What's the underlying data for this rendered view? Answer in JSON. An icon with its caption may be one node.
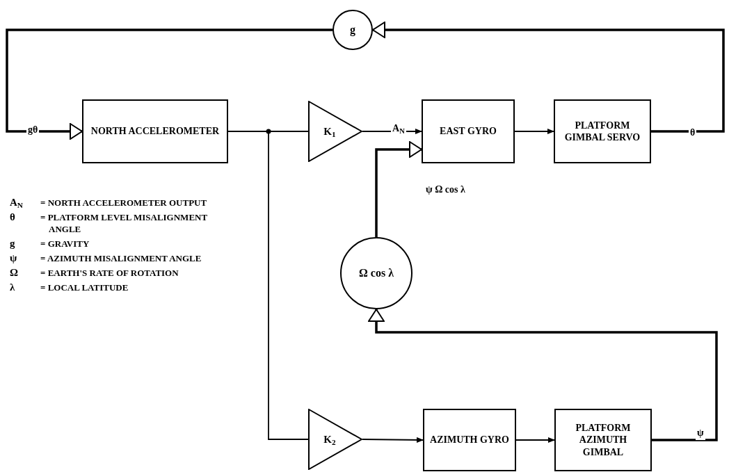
{
  "diagram": {
    "nodes": [
      {
        "text": [
          "g"
        ]
      },
      {
        "text": [
          "NORTH ACCELEROMETER"
        ]
      },
      {
        "text": [
          "K$_{1}$"
        ]
      },
      {
        "text": [
          "EAST GYRO"
        ]
      },
      {
        "text": [
          "PLATFORM GIMBAL SERVO"
        ]
      },
      {
        "text": [
          "Ω cos λ"
        ]
      },
      {
        "text": [
          "K$_{2}$"
        ]
      },
      {
        "text": [
          "AZIMUTH GYRO"
        ]
      },
      {
        "text": [
          "PLATFORM AZIMUTH GIMBAL"
        ]
      }
    ],
    "edges": [
      {
        "from": 4,
        "to": 0,
        "arrow": "to",
        "label": "θ",
        "style": "thick"
      },
      {
        "from": 0,
        "to": 1,
        "arrow": "to",
        "label": "gθ",
        "style": "thick"
      },
      {
        "from": 1,
        "to": 2,
        "arrow": "none"
      },
      {
        "from": 1,
        "to": 6,
        "arrow": "none"
      },
      {
        "from": 2,
        "to": 3,
        "arrow": "to",
        "label": "A$_{N}$"
      },
      {
        "from": 3,
        "to": 4,
        "arrow": "to"
      },
      {
        "from": 5,
        "to": 3,
        "arrow": "to",
        "label": "ψ Ω cos λ",
        "style": "thick"
      },
      {
        "from": 6,
        "to": 7,
        "arrow": "to"
      },
      {
        "from": 7,
        "to": 8,
        "arrow": "to"
      },
      {
        "from": 8,
        "to": 5,
        "arrow": "to",
        "label": "ψ",
        "style": "thick"
      }
    ],
    "labels": [
      "A$_{N}$",
      "= NORTH ACCELEROMETER OUTPUT",
      "θ",
      "= PLATFORM LEVEL MISALIGNMENT ANGLE",
      "g",
      "= GRAVITY",
      "ψ",
      "= AZIMUTH MISALIGNMENT ANGLE",
      "Ω",
      "= EARTH'S RATE OF ROTATION",
      "λ",
      "= LOCAL LATITUDE"
    ]
  }
}
